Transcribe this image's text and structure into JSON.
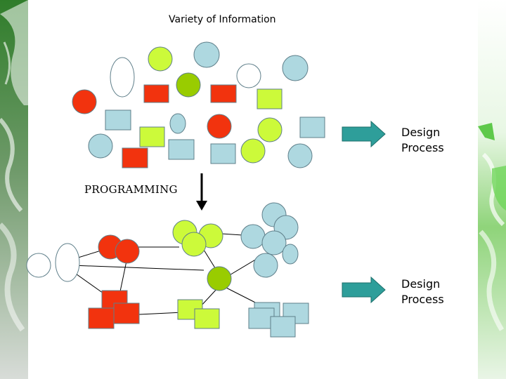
{
  "title": "Variety of Information",
  "programming_label": "PROGRAMMING",
  "design_process_top": {
    "line1": "Design",
    "line2": "Process"
  },
  "design_process_bottom": {
    "line1": "Design",
    "line2": "Process"
  },
  "colors": {
    "red": "#f2330e",
    "lime": "#ccfa3a",
    "olive": "#99cc00",
    "lightblue": "#aed8e0",
    "white": "#ffffff",
    "arrow": "#2e9e9a",
    "leaf": "#4a8f3a"
  }
}
